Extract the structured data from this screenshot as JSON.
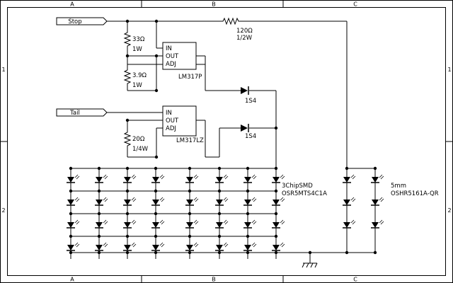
{
  "frame": {
    "column_labels": [
      "A",
      "B",
      "C"
    ],
    "row_labels": [
      "1",
      "2"
    ]
  },
  "inputs": {
    "stop": "Stop",
    "tail": "Tail"
  },
  "components": {
    "r_top": {
      "value": "33Ω",
      "power": "1W"
    },
    "r_mid": {
      "value": "3.9Ω",
      "power": "1W"
    },
    "r_low": {
      "value": "20Ω",
      "power": "1/4W"
    },
    "r_series": {
      "value": "120Ω",
      "power": "1/2W"
    },
    "reg_1": {
      "name": "LM317P",
      "pins": [
        "IN",
        "OUT",
        "ADJ"
      ]
    },
    "reg_2": {
      "name": "LM317LZ",
      "pins": [
        "IN",
        "OUT",
        "ADJ"
      ]
    },
    "diode_1": {
      "name": "1S4"
    },
    "diode_2": {
      "name": "1S4"
    }
  },
  "led_groups": {
    "smd": {
      "line1": "3ChipSMD",
      "line2": "OSR5MTS4C1A"
    },
    "mm5": {
      "line1": "5mm",
      "line2": "OSHR5161A-QR"
    }
  }
}
